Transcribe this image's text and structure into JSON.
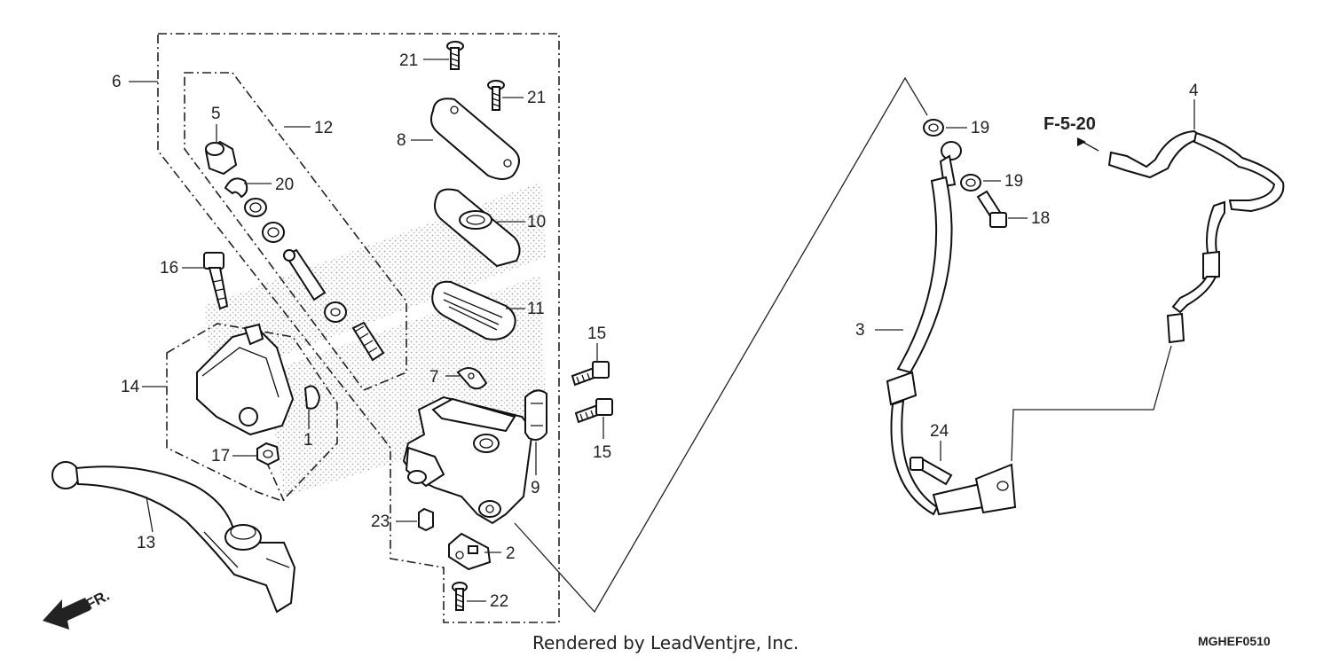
{
  "callouts": [
    "1",
    "2",
    "3",
    "4",
    "5",
    "6",
    "7",
    "8",
    "9",
    "10",
    "11",
    "12",
    "13",
    "14",
    "15",
    "15",
    "16",
    "17",
    "18",
    "19",
    "19",
    "20",
    "21",
    "21",
    "22",
    "23",
    "24"
  ],
  "reference": "F-5-20",
  "direction_label": "FR.",
  "credit": "Rendered by LeadVentjre, Inc.",
  "diagram_code": "MGHEF0510"
}
